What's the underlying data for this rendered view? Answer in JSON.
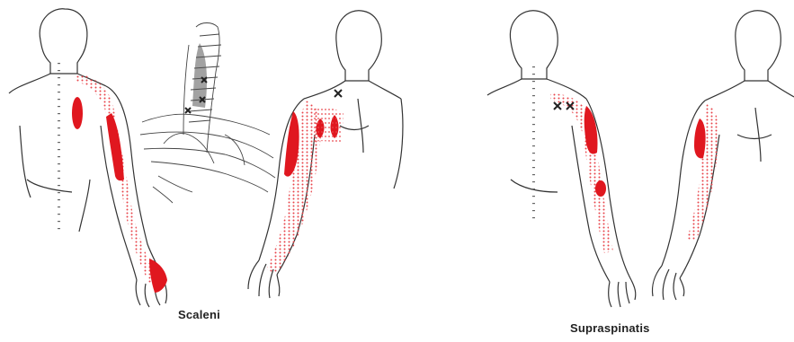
{
  "figures": [
    {
      "id": "scaleni",
      "label": "Scaleni"
    },
    {
      "id": "supraspinatus",
      "label": "Supraspinatis"
    }
  ],
  "colors": {
    "line": "#333333",
    "pain_zone": "#e0171f",
    "pain_dots": "#e8454b",
    "trigger_marker": "#222222",
    "spine_dots": "#666666",
    "background": "#ffffff"
  },
  "markers": {
    "symbol": "cross"
  }
}
